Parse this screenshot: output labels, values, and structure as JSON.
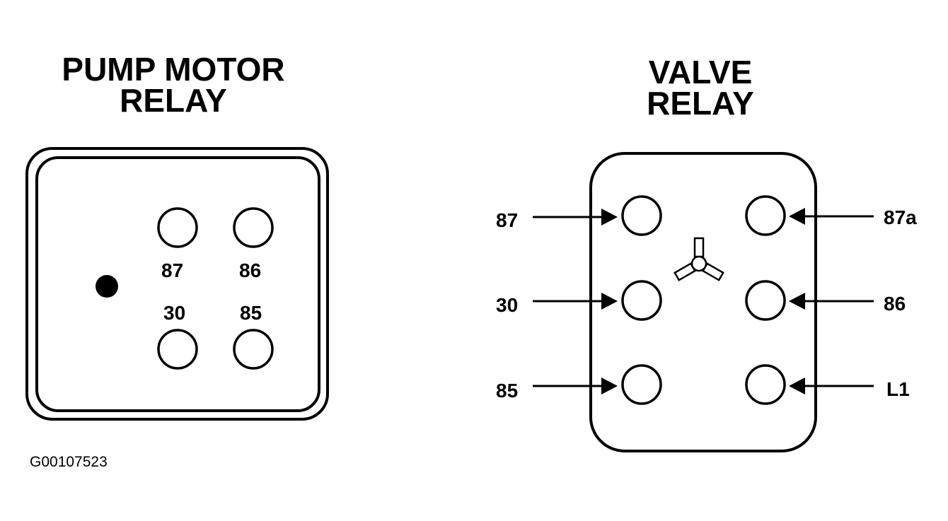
{
  "pump_motor_relay": {
    "title_line1": "PUMP MOTOR",
    "title_line2": "RELAY",
    "pins": [
      "87",
      "86",
      "30",
      "85"
    ]
  },
  "valve_relay": {
    "title_line1": "VALVE",
    "title_line2": "RELAY",
    "left_pins": [
      "87",
      "30",
      "85"
    ],
    "right_pins": [
      "87a",
      "86",
      "L1"
    ]
  },
  "figure_id": "G00107523"
}
